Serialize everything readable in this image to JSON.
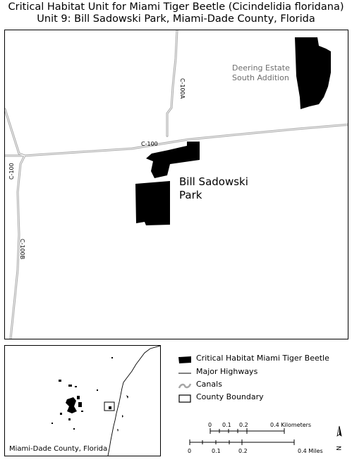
{
  "title_line1": "Critical Habitat Unit for Miami Tiger Beetle (Cicindelidia floridana)",
  "title_line2": "Unit 9: Bill Sadowski Park, Miami-Dade County, Florida",
  "map_labels": {
    "deering_line1": "Deering Estate",
    "deering_line2": "South Addition",
    "park_line1": "Bill Sadowski",
    "park_line2": "Park",
    "road_c100": "C-100",
    "road_c100_west": "C-100",
    "road_c100a": "C-100A",
    "road_c100b": "C-100B"
  },
  "inset_label": "Miami-Dade County, Florida",
  "legend": {
    "habitat": "Critical Habitat Miami Tiger Beetle",
    "highways": "Major Highways",
    "canals": "Canals",
    "county": "County Boundary"
  },
  "scale_km": {
    "ticks": [
      "0",
      "0.1",
      "0.2",
      "0.4 Kilometers"
    ]
  },
  "scale_mi": {
    "ticks": [
      "0",
      "0.1",
      "0.2",
      "0.4 Miles"
    ]
  },
  "north_arrow_label": "N",
  "colors": {
    "habitat": "#000000",
    "canal": "#a6a6a6",
    "map_label": "#6e6e6e"
  }
}
